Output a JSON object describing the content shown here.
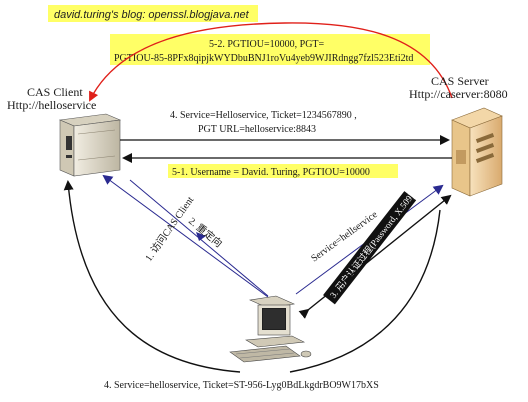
{
  "blog_label": "david.turing's blog:  openssl.blogjava.net",
  "client": {
    "title": "CAS Client",
    "url": "Http://helloservice"
  },
  "server": {
    "title": "CAS Server",
    "url": "Http://caserver:8080"
  },
  "step_5_2": {
    "line1": "5-2.  PGTIOU=10000, PGT=",
    "line2": "PGTIOU-85-8PFx8qipjkWYDbuBNJ1roVu4yeb9WJIRdngg7fzl523Eti2td"
  },
  "step_4_top": {
    "line1": "4. Service=Helloservice,   Ticket=1234567890 ,",
    "line2": "PGT URL=helloservice:8843"
  },
  "step_5_1": "5-1. Username = David. Turing, PGTIOU=10000",
  "step_1": "1. 访问CAS Client",
  "step_2": "2. 重定向",
  "step_service": "Service=hellservice",
  "step_3": "3. 用户认证过程(Password, X.509)",
  "step_4_bottom": "4. Service=helloservice,   Ticket=ST-956-Lyg0BdLkgdrBO9W17bXS",
  "colors": {
    "highlight": "#ffff66",
    "red_arrow": "#e0201a",
    "blue_line": "#2a2a90",
    "dark": "#111111",
    "server_body": "#f2d4a6",
    "client_body": "#e6e1d2"
  }
}
